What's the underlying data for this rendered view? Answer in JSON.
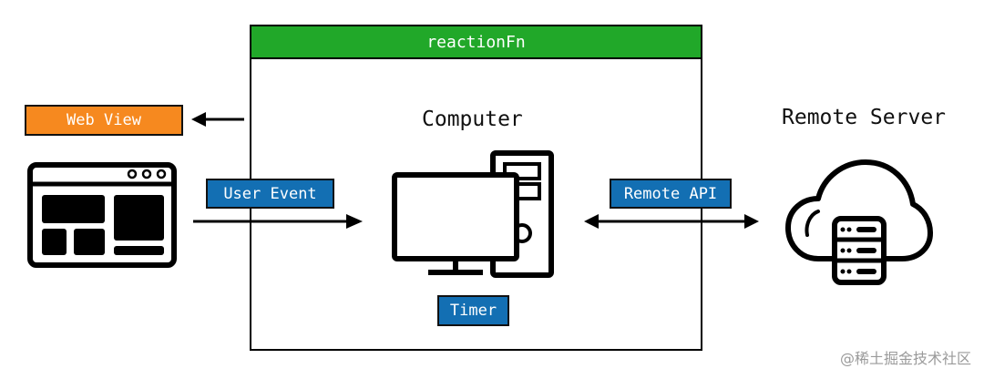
{
  "header": {
    "title": "reactionFn"
  },
  "labels": {
    "web_view": "Web View",
    "user_event": "User Event",
    "remote_api": "Remote API",
    "timer": "Timer"
  },
  "titles": {
    "computer": "Computer",
    "remote_server": "Remote Server"
  },
  "watermark": "@稀土掘金技术社区",
  "colors": {
    "header_green": "#21a829",
    "web_view_orange": "#f6891f",
    "label_blue": "#136fb3"
  },
  "icons": [
    "browser-window-icon",
    "computer-icon",
    "cloud-server-icon"
  ]
}
